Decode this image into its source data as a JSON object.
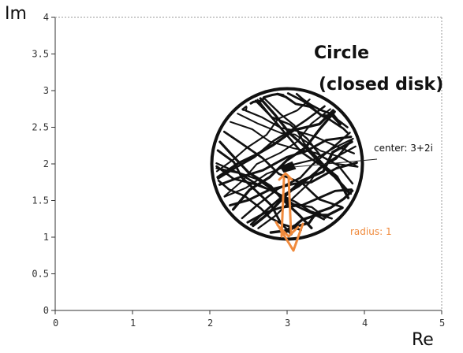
{
  "axes": {
    "x_label": "Re",
    "y_label": "Im",
    "x_ticks": [
      "0",
      "1",
      "2",
      "3",
      "4",
      "5"
    ],
    "y_ticks": [
      "0",
      "0.5",
      "1",
      "1.5",
      "2",
      "2.5",
      "3",
      "3.5",
      "4"
    ],
    "xlim": [
      0,
      5
    ],
    "ylim": [
      0,
      4
    ]
  },
  "title": {
    "line1": "Circle",
    "line2": "(closed disk)"
  },
  "annotations": {
    "center": "center: 3+2i",
    "radius": "radius: 1"
  },
  "circle": {
    "center_re": 3,
    "center_im": 2,
    "radius": 1
  },
  "colors": {
    "ink": "#111111",
    "radius_accent": "#f08a3c"
  }
}
